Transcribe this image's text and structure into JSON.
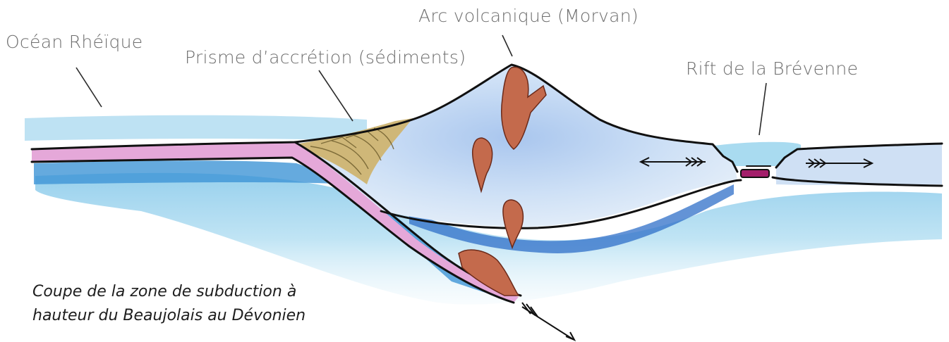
{
  "labels": {
    "ocean": "Océan Rhéïque",
    "prism": "Prisme d’accrétion (sédiments)",
    "arc": "Arc volcanique (Morvan)",
    "rift": "Rift de la Brévenne"
  },
  "caption": {
    "line1": "Coupe de la  zone de subduction à",
    "line2": "hauteur du Beaujolais au Dévonien"
  },
  "colors": {
    "water": "#9fd3ec",
    "deep_blue": "#4a9ad8",
    "mantle": "#b7e0f2",
    "crust": "#c9dcf4",
    "slab": "#e6a6d8",
    "magma": "#c46a4c",
    "sediment": "#cfb778",
    "rift_magma": "#a31e6a",
    "outline": "#111111"
  }
}
